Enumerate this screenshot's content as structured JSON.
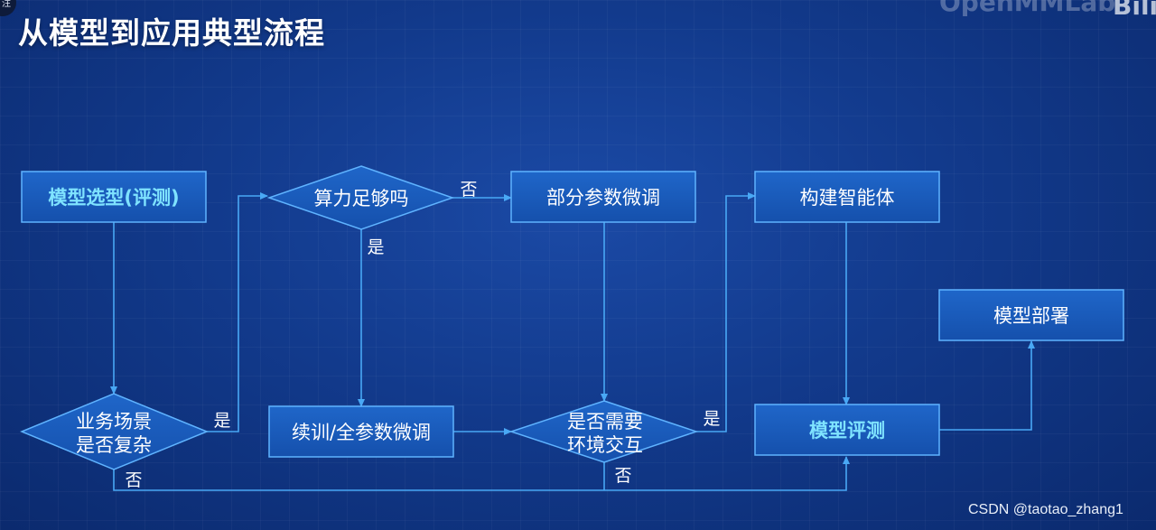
{
  "slide": {
    "title": "从模型到应用典型流程",
    "brand": "OpenMMLab",
    "brand_mark": "Bili",
    "corner_chip": "注",
    "watermark": "CSDN @taotao_zhang1"
  },
  "nodes": {
    "select": "模型选型(评测)",
    "compute": "算力足够吗",
    "partial": "部分参数微调",
    "agent": "构建智能体",
    "deploy": "模型部署",
    "complex_line1": "业务场景",
    "complex_line2": "是否复杂",
    "full": "续训/全参数微调",
    "env_line1": "是否需要",
    "env_line2": "环境交互",
    "eval": "模型评测"
  },
  "edges": {
    "compute_no": "否",
    "compute_yes": "是",
    "complex_yes": "是",
    "complex_no": "否",
    "env_yes": "是",
    "env_no": "否"
  },
  "colors": {
    "box_fill": "#1a5bbd",
    "box_stroke": "#5fb3ff",
    "line": "#49a8f5",
    "highlight_text": "#7fe3ff",
    "text": "#ffffff"
  }
}
